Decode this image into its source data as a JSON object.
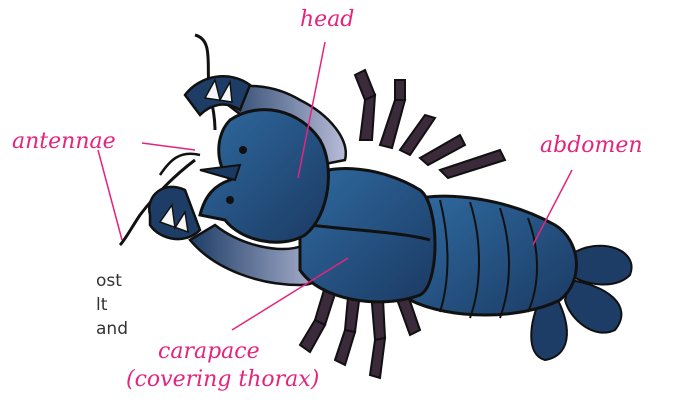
{
  "labels": {
    "head": "head",
    "antennae": "antennae",
    "abdomen": "abdomen",
    "carapace": "carapace",
    "carapace_sub": "(covering thorax)"
  },
  "cropped_text": [
    "ost",
    "lt",
    "and"
  ],
  "colors": {
    "label": "#e5247e",
    "body_dark": "#1d3557",
    "body_mid": "#2d5b8a",
    "outline": "#111111",
    "legs": "#3a2a3a",
    "pale": "#b8bcd8"
  }
}
